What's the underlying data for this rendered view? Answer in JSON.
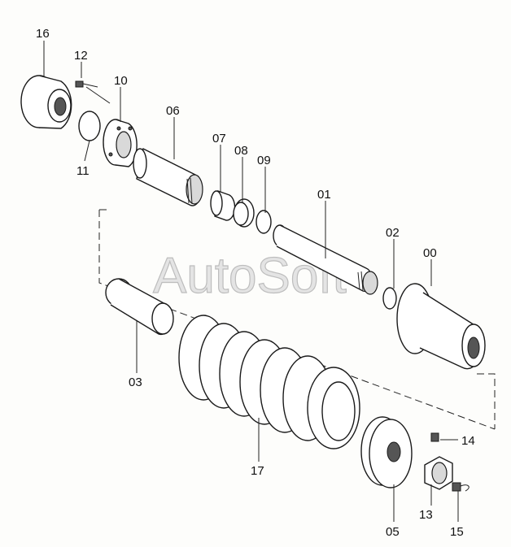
{
  "watermark": "AutoSoft",
  "labels": {
    "p16": "16",
    "p12": "12",
    "p10": "10",
    "p11": "11",
    "p06": "06",
    "p07": "07",
    "p08": "08",
    "p09": "09",
    "p01": "01",
    "p02": "02",
    "p00": "00",
    "p03": "03",
    "p17": "17",
    "p14": "14",
    "p13": "13",
    "p15": "15",
    "p05": "05"
  }
}
